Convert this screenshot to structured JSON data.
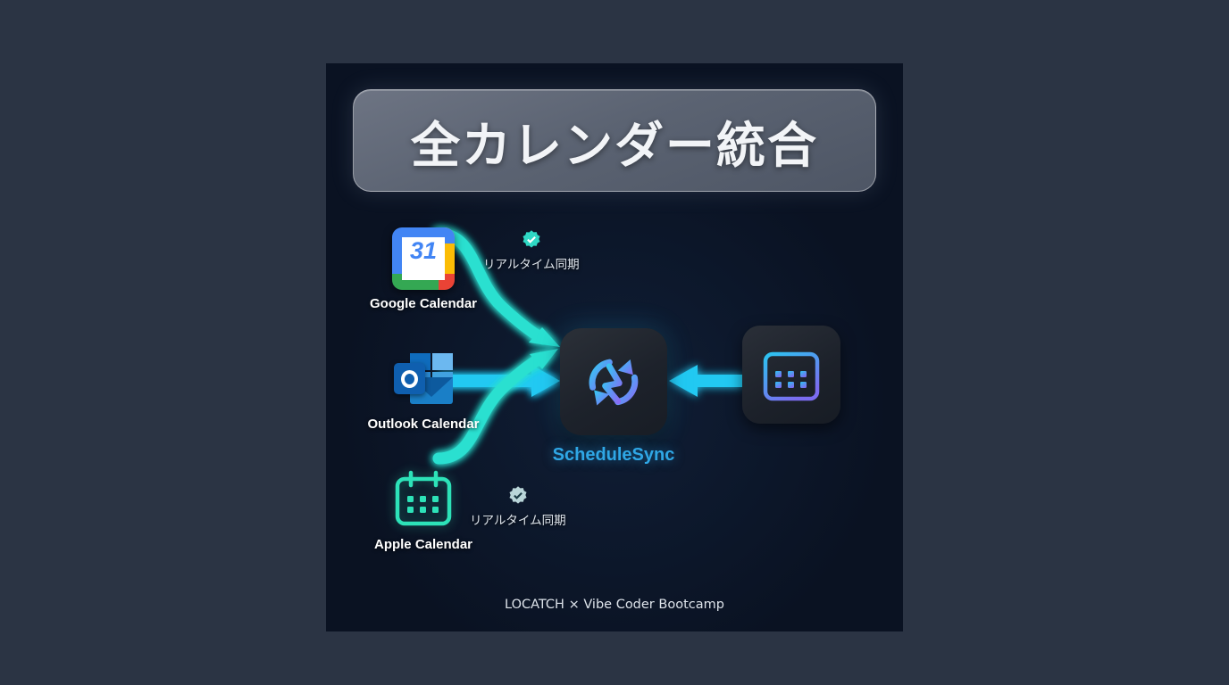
{
  "page": {
    "background_color": "#2b3444",
    "card_background_color": "#0a1222"
  },
  "header": {
    "title": "全カレンダー統合",
    "box_color": "#5b6372",
    "text_color": "#f2f4f7"
  },
  "sources": [
    {
      "id": "google-calendar",
      "label": "Google Calendar",
      "icon": "google-calendar-icon",
      "day_number": "31",
      "colors": {
        "blue": "#4285f4",
        "yellow": "#fbbc05",
        "green": "#34a853",
        "red": "#ea4335"
      }
    },
    {
      "id": "outlook-calendar",
      "label": "Outlook Calendar",
      "icon": "outlook-calendar-icon",
      "monogram": "O",
      "colors": {
        "dark_blue": "#0f5faf",
        "light_blue": "#6cb8f0"
      }
    },
    {
      "id": "apple-calendar",
      "label": "Apple Calendar",
      "icon": "apple-calendar-icon",
      "colors": {
        "teal": "#2de2b8"
      }
    }
  ],
  "hub": {
    "label": "ScheduleSync",
    "icon": "sync-arrows-icon",
    "label_color": "#2fa7e6",
    "gradient_from": "#30c6f0",
    "gradient_to": "#8a6cf5"
  },
  "destination": {
    "id": "unified-calendar",
    "icon": "calendar-icon",
    "gradient_from": "#2bc4f0",
    "gradient_to": "#7b6cf0"
  },
  "sync_badges": [
    {
      "id": "sync-badge-top",
      "label": "リアルタイム同期",
      "icon": "badge-check-icon",
      "color": "#2fd9c5"
    },
    {
      "id": "sync-badge-bottom",
      "label": "リアルタイム同期",
      "icon": "badge-check-icon",
      "color": "#2fd9c5"
    }
  ],
  "arrows": {
    "color": "#2be0d0",
    "straight_color": "#22c9f2",
    "items": [
      {
        "id": "arrow-google-to-hub",
        "style": "s-curve-down"
      },
      {
        "id": "arrow-outlook-to-hub",
        "style": "straight-right"
      },
      {
        "id": "arrow-apple-to-hub",
        "style": "s-curve-up"
      },
      {
        "id": "arrow-dest-to-hub",
        "style": "straight-left"
      }
    ]
  },
  "footer": {
    "text": "LOCATCH × Vibe Coder Bootcamp"
  }
}
